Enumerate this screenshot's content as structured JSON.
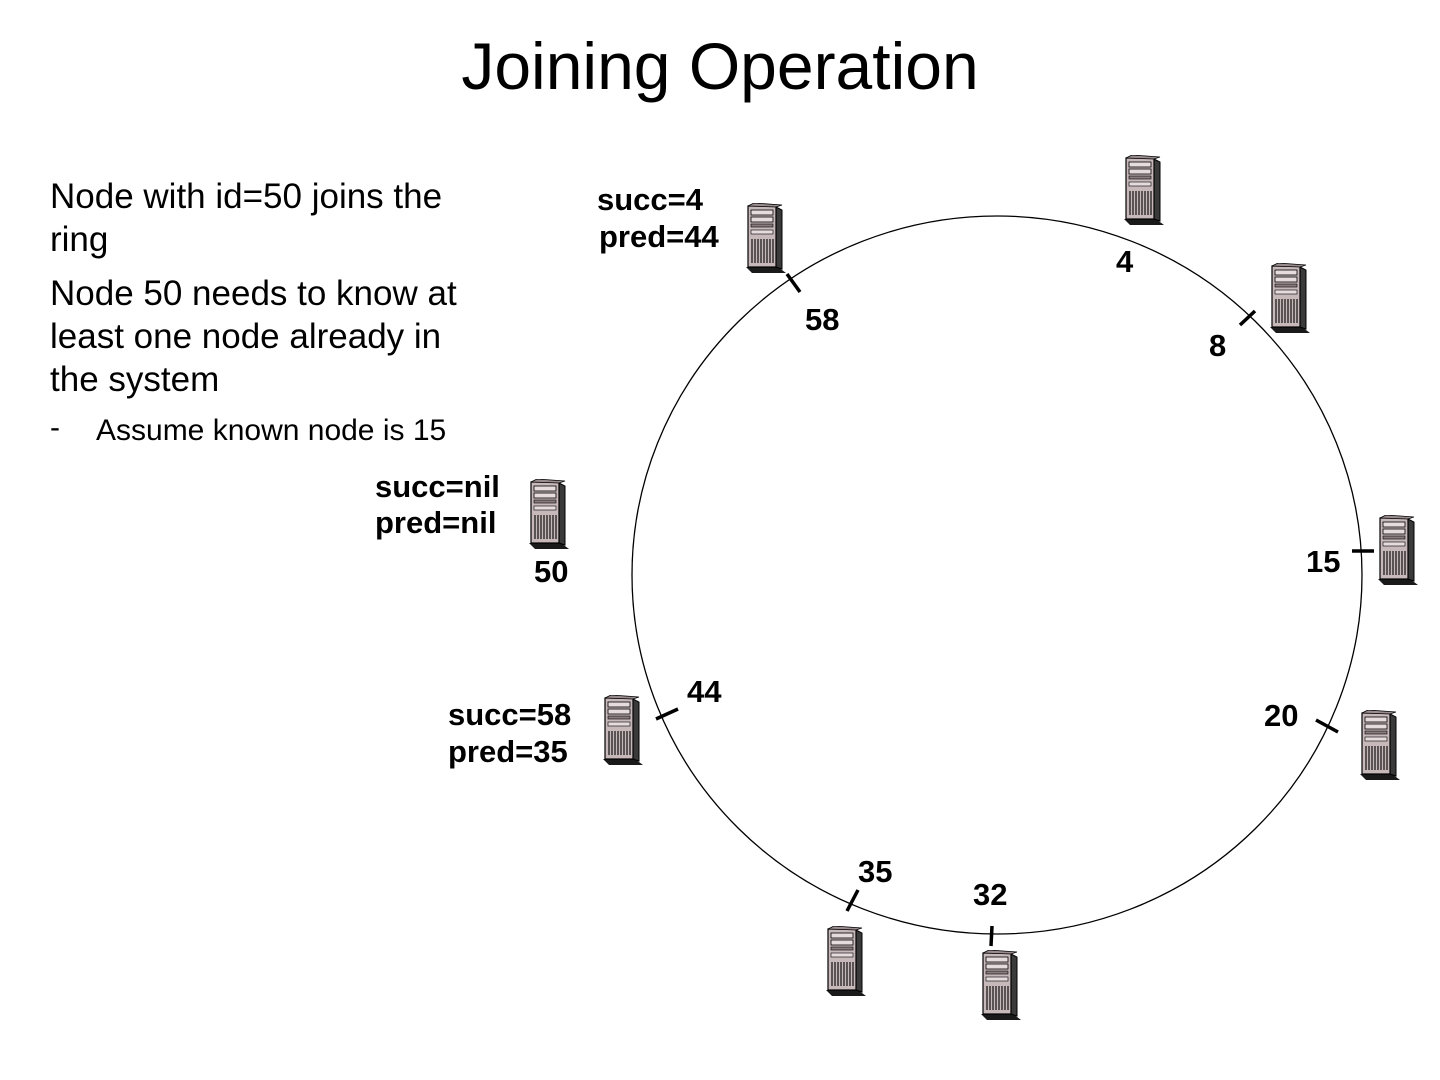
{
  "title": "Joining Operation",
  "text": {
    "p1": "Node with id=50 joins the ring",
    "p2": "Node 50 needs to know at least one node already in the system",
    "sub_dash": "-",
    "sub": "Assume known node is 15"
  },
  "nodes": {
    "n4": "4",
    "n8": "8",
    "n15": "15",
    "n20": "20",
    "n32": "32",
    "n35": "35",
    "n44": "44",
    "n58": "58",
    "n50": "50"
  },
  "pointers": {
    "n58_succ": "succ=4",
    "n58_pred": "pred=44",
    "n50_succ": "succ=nil",
    "n50_pred": "pred=nil",
    "n44_succ": "succ=58",
    "n44_pred": "pred=35"
  },
  "icons": {
    "server": "server-tower-icon"
  }
}
